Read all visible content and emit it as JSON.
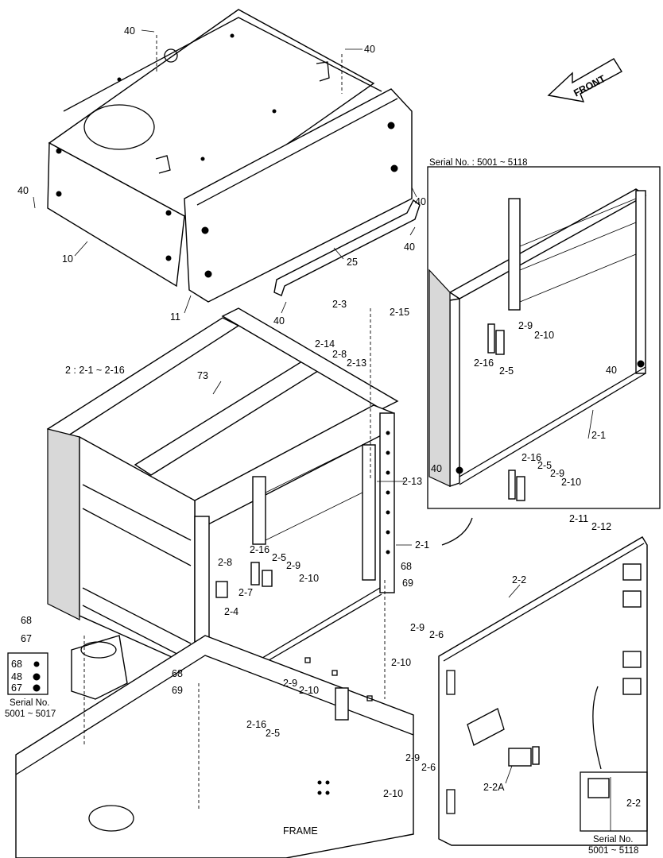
{
  "front_label": "FRONT",
  "group_note": "2 : 2-1 ~ 2-16",
  "frame_label": "FRAME",
  "inset_top": {
    "title": "Serial No. : 5001 ~ 5118"
  },
  "inset_left": {
    "serial_line1": "Serial No.",
    "serial_line2": "5001 ~ 5017",
    "parts": [
      "68",
      "48",
      "67"
    ]
  },
  "inset_door": {
    "serial_line1": "Serial No.",
    "serial_line2": "5001 ~ 5118",
    "part": "2-2"
  },
  "callouts": {
    "c40a": "40",
    "c40b": "40",
    "c40c": "40",
    "c40d": "40",
    "c40e": "40",
    "c40f": "40",
    "c10": "10",
    "c11": "11",
    "c25": "25",
    "c2_3": "2-3",
    "c2_15": "2-15",
    "c2_14": "2-14",
    "c2_8a": "2-8",
    "c2_13a": "2-13",
    "c73": "73",
    "c2_13b": "2-13",
    "c2_1a": "2-1",
    "c2_16a": "2-16",
    "c2_5a": "2-5",
    "c2_9a": "2-9",
    "c2_10a": "2-10",
    "c2_8b": "2-8",
    "c2_7": "2-7",
    "c2_4": "2-4",
    "c68a": "68",
    "c69a": "69",
    "c68b": "68",
    "c67": "67",
    "c68c": "68",
    "c69b": "69",
    "c2_9b": "2-9",
    "c2_10b": "2-10",
    "c2_16b": "2-16",
    "c2_5b": "2-5",
    "c2_11": "2-11",
    "c2_12": "2-12",
    "c2_2": "2-2",
    "c2_9c": "2-9",
    "c2_6a": "2-6",
    "c2_10c": "2-10",
    "c2_2A": "2-2A",
    "c2_9d": "2-9",
    "c2_6b": "2-6",
    "c2_10d": "2-10",
    "i2_9a": "2-9",
    "i2_10a": "2-10",
    "i2_16a": "2-16",
    "i2_5a": "2-5",
    "i40a": "40",
    "i2_1": "2-1",
    "i40b": "40",
    "i2_16b": "2-16",
    "i2_5b": "2-5",
    "i2_9b": "2-9",
    "i2_10b": "2-10"
  }
}
